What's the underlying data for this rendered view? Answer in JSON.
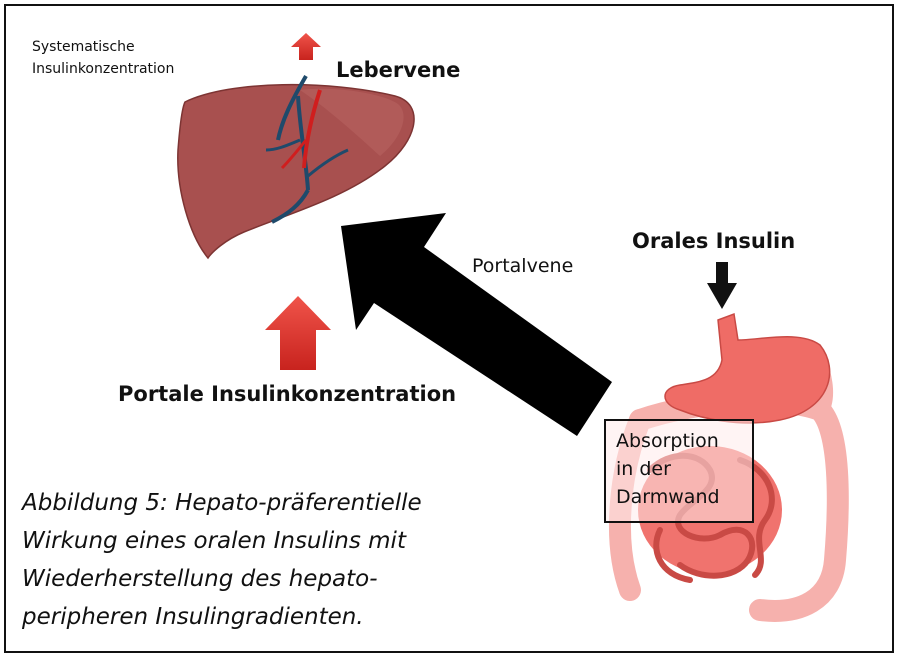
{
  "labels": {
    "systemic_line1": "Systematische",
    "systemic_line2": "Insulinkonzentration",
    "hepatic_vein": "Lebervene",
    "portal_vein": "Portalvene",
    "oral_insulin": "Orales Insulin",
    "portal_concentration": "Portale Insulinkonzentration",
    "absorption_line1": "Absorption",
    "absorption_line2": "in der",
    "absorption_line3": "Darmwand"
  },
  "caption": {
    "line1": "Abbildung 5: Hepato-präferentielle",
    "line2": "Wirkung eines oralen Insulins mit",
    "line3": "Wiederherstellung des hepato-",
    "line4": "peripheren Insulingradienten."
  },
  "colors": {
    "liver": "#a8504f",
    "vein_blue": "#1f4a6b",
    "vein_red": "#d01e1e",
    "arrow_red": "#e23a32",
    "gut": "#ef6c66",
    "gut_light": "#f6b1ad",
    "main_arrow": "#000000"
  },
  "icons": {
    "liver": "liver-illustration",
    "gut": "digestive-tract-illustration",
    "up_arrow": "up-arrow-icon",
    "down_arrow": "down-arrow-icon"
  }
}
